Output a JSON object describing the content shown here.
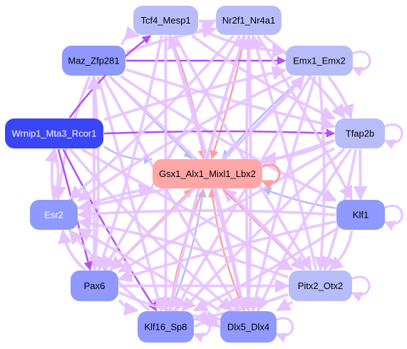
{
  "diagram": {
    "colors": {
      "edge_default": "#e6c3ff",
      "edge_strong": "#b44dff",
      "edge_blue": "#b3bdf5",
      "edge_red": "#ff9e9e",
      "center_fill": "#ffa6a6",
      "node_light": "#b8bdfa",
      "node_medium": "#8f99ff",
      "node_dark": "#3a45f5"
    },
    "center": {
      "id": "gsx1",
      "label": "Gsx1_Alx1_Mixl1_Lbx2"
    },
    "nodes": [
      {
        "id": "tcf4",
        "label": "Tcf4_Mesp1",
        "tone": "light"
      },
      {
        "id": "nr2f1",
        "label": "Nr2f1_Nr4a1",
        "tone": "light"
      },
      {
        "id": "maz",
        "label": "Maz_Zfp281",
        "tone": "medium"
      },
      {
        "id": "emx1",
        "label": "Emx1_Emx2",
        "tone": "light"
      },
      {
        "id": "wrnip1",
        "label": "Wrnip1_Mta3_Rcor1",
        "tone": "dark"
      },
      {
        "id": "tfap2b",
        "label": "Tfap2b",
        "tone": "light"
      },
      {
        "id": "esr2",
        "label": "Esr2",
        "tone": "medium"
      },
      {
        "id": "klf1",
        "label": "Klf1",
        "tone": "medium"
      },
      {
        "id": "pax6",
        "label": "Pax6",
        "tone": "medium"
      },
      {
        "id": "pitx2",
        "label": "Pitx2_Otx2",
        "tone": "light"
      },
      {
        "id": "klf16",
        "label": "Klf16_Sp8",
        "tone": "medium"
      },
      {
        "id": "dlx5",
        "label": "Dlx5_Dlx4",
        "tone": "medium"
      }
    ],
    "self_loops": [
      "emx1",
      "tfap2b",
      "klf1",
      "pitx2",
      "klf16",
      "dlx5",
      "gsx1"
    ],
    "edges": [
      [
        "tcf4",
        "gsx1",
        "red"
      ],
      [
        "nr2f1",
        "gsx1",
        "red"
      ],
      [
        "maz",
        "gsx1",
        "blue"
      ],
      [
        "emx1",
        "gsx1",
        "blue"
      ],
      [
        "wrnip1",
        "gsx1",
        "blue"
      ],
      [
        "tfap2b",
        "gsx1",
        "default"
      ],
      [
        "klf1",
        "gsx1",
        "blue"
      ],
      [
        "pax6",
        "gsx1",
        "red"
      ],
      [
        "pitx2",
        "gsx1",
        "default"
      ],
      [
        "klf16",
        "gsx1",
        "blue"
      ],
      [
        "dlx5",
        "gsx1",
        "red"
      ],
      [
        "esr2",
        "gsx1",
        "default"
      ],
      [
        "gsx1",
        "pitx2",
        "red"
      ],
      [
        "gsx1",
        "emx1",
        "default"
      ],
      [
        "gsx1",
        "klf16",
        "red"
      ],
      [
        "maz",
        "tcf4",
        "default"
      ],
      [
        "maz",
        "nr2f1",
        "default"
      ],
      [
        "maz",
        "emx1",
        "strong"
      ],
      [
        "maz",
        "tfap2b",
        "default"
      ],
      [
        "maz",
        "klf1",
        "default"
      ],
      [
        "maz",
        "pax6",
        "default"
      ],
      [
        "maz",
        "pitx2",
        "default"
      ],
      [
        "maz",
        "klf16",
        "default"
      ],
      [
        "maz",
        "dlx5",
        "default"
      ],
      [
        "maz",
        "esr2",
        "default"
      ],
      [
        "wrnip1",
        "tcf4",
        "strong"
      ],
      [
        "wrnip1",
        "tfap2b",
        "strong"
      ],
      [
        "wrnip1",
        "pax6",
        "strong"
      ],
      [
        "wrnip1",
        "klf16",
        "strong"
      ],
      [
        "wrnip1",
        "dlx5",
        "default"
      ],
      [
        "wrnip1",
        "esr2",
        "default"
      ],
      [
        "wrnip1",
        "emx1",
        "default"
      ],
      [
        "wrnip1",
        "pitx2",
        "default"
      ],
      [
        "tcf4",
        "nr2f1",
        "default"
      ],
      [
        "tcf4",
        "emx1",
        "default"
      ],
      [
        "tcf4",
        "pax6",
        "default"
      ],
      [
        "tcf4",
        "dlx5",
        "default"
      ],
      [
        "tcf4",
        "klf16",
        "default"
      ],
      [
        "tcf4",
        "pitx2",
        "default"
      ],
      [
        "tcf4",
        "tfap2b",
        "default"
      ],
      [
        "nr2f1",
        "tfap2b",
        "default"
      ],
      [
        "nr2f1",
        "klf1",
        "default"
      ],
      [
        "nr2f1",
        "pax6",
        "default"
      ],
      [
        "nr2f1",
        "dlx5",
        "default"
      ],
      [
        "nr2f1",
        "klf16",
        "default"
      ],
      [
        "nr2f1",
        "esr2",
        "default"
      ],
      [
        "emx1",
        "pax6",
        "default"
      ],
      [
        "emx1",
        "klf16",
        "default"
      ],
      [
        "emx1",
        "dlx5",
        "default"
      ],
      [
        "emx1",
        "esr2",
        "default"
      ],
      [
        "emx1",
        "pitx2",
        "default"
      ],
      [
        "emx1",
        "tfap2b",
        "default"
      ],
      [
        "tfap2b",
        "pax6",
        "default"
      ],
      [
        "tfap2b",
        "klf16",
        "default"
      ],
      [
        "tfap2b",
        "dlx5",
        "default"
      ],
      [
        "tfap2b",
        "esr2",
        "default"
      ],
      [
        "tfap2b",
        "pitx2",
        "default"
      ],
      [
        "tfap2b",
        "klf1",
        "default"
      ],
      [
        "klf1",
        "pax6",
        "default"
      ],
      [
        "klf1",
        "esr2",
        "default"
      ],
      [
        "klf1",
        "pitx2",
        "default"
      ],
      [
        "klf1",
        "klf16",
        "default"
      ],
      [
        "pax6",
        "pitx2",
        "default"
      ],
      [
        "pax6",
        "klf16",
        "default"
      ],
      [
        "pax6",
        "dlx5",
        "default"
      ],
      [
        "pax6",
        "esr2",
        "default"
      ],
      [
        "pitx2",
        "klf16",
        "default"
      ],
      [
        "pitx2",
        "dlx5",
        "default"
      ],
      [
        "pitx2",
        "nr2f1",
        "default"
      ],
      [
        "pitx2",
        "esr2",
        "default"
      ],
      [
        "klf16",
        "dlx5",
        "default"
      ],
      [
        "klf16",
        "esr2",
        "default"
      ],
      [
        "dlx5",
        "esr2",
        "default"
      ],
      [
        "dlx5",
        "nr2f1",
        "default"
      ],
      [
        "dlx5",
        "tcf4",
        "default"
      ],
      [
        "klf16",
        "nr2f1",
        "default"
      ],
      [
        "esr2",
        "wrnip1",
        "default"
      ],
      [
        "pax6",
        "maz",
        "default"
      ]
    ]
  }
}
